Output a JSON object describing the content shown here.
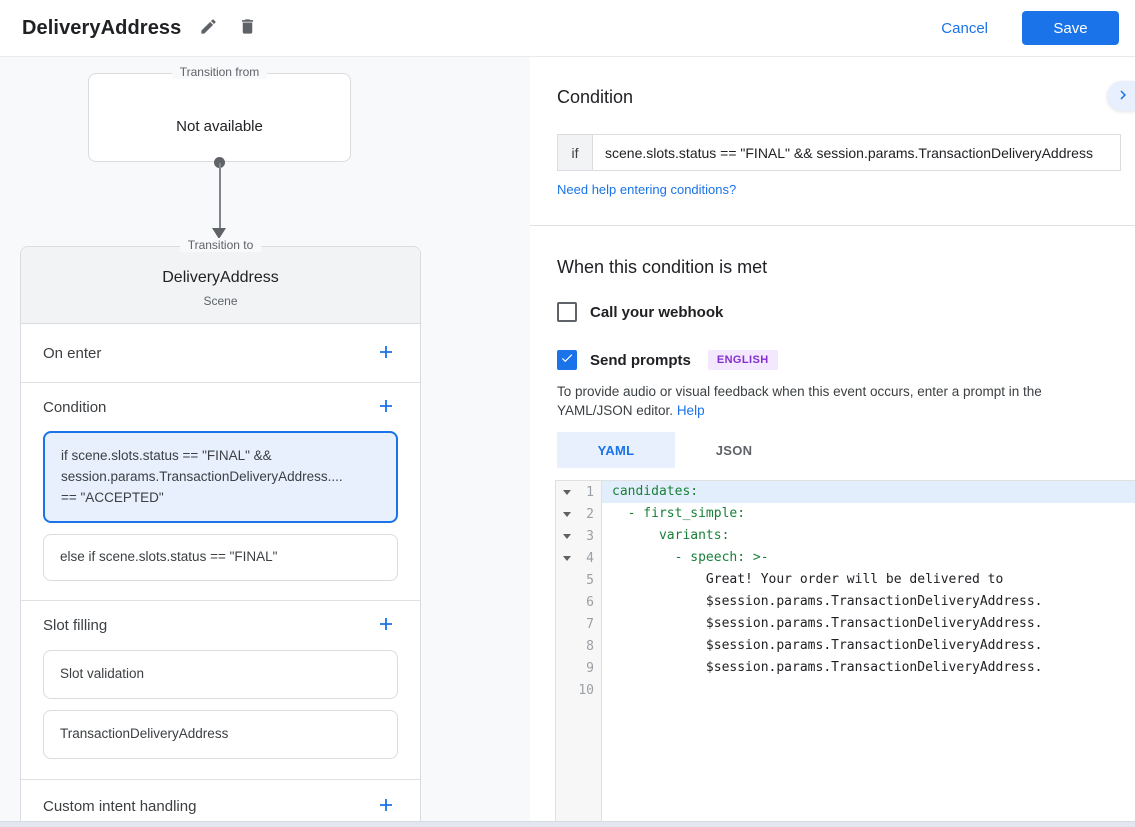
{
  "colors": {
    "accent_blue": "#1a73e8",
    "selected_card_bg": "#e8f0fe",
    "yaml_key_green": "#188038",
    "badge_purple_text": "#8430ce",
    "badge_purple_bg": "#f3e8fd",
    "left_column_bg": "#f8f9fa",
    "scene_header_bg": "#f1f3f4"
  },
  "header": {
    "title": "DeliveryAddress",
    "cancel_label": "Cancel",
    "save_label": "Save"
  },
  "flow": {
    "from_box": {
      "legend": "Transition from",
      "value": "Not available"
    },
    "to_box": {
      "legend": "Transition to",
      "scene_name": "DeliveryAddress",
      "scene_type": "Scene"
    },
    "sections": {
      "on_enter_label": "On enter",
      "condition_label": "Condition",
      "condition_cards": [
        {
          "text": "if scene.slots.status == \"FINAL\" &&\nsession.params.TransactionDeliveryAddress....\n== \"ACCEPTED\"",
          "selected": true
        },
        {
          "text": "else if scene.slots.status == \"FINAL\"",
          "selected": false
        }
      ],
      "slot_filling_label": "Slot filling",
      "slot_cards": [
        {
          "text": "Slot validation"
        },
        {
          "text": "TransactionDeliveryAddress"
        }
      ],
      "custom_intent_label": "Custom intent handling"
    }
  },
  "panel": {
    "condition_title": "Condition",
    "if_label": "if",
    "if_value": "scene.slots.status == \"FINAL\" && session.params.TransactionDeliveryAddress",
    "help_link": "Need help entering conditions?",
    "when_title": "When this condition is met",
    "webhook_label": "Call your webhook",
    "send_prompts_label": "Send prompts",
    "language_badge": "ENGLISH",
    "hint_text": "To provide audio or visual feedback when this event occurs, enter a prompt in the YAML/JSON editor.",
    "hint_help_label": "Help",
    "tabs": [
      {
        "label": "YAML",
        "active": true
      },
      {
        "label": "JSON",
        "active": false
      }
    ],
    "editor": {
      "lines": [
        {
          "num": "1",
          "text": "candidates:",
          "type": "key",
          "fold": true,
          "active": true
        },
        {
          "num": "2",
          "text": "  - first_simple:",
          "type": "key",
          "fold": true,
          "active": false
        },
        {
          "num": "3",
          "text": "      variants:",
          "type": "key",
          "fold": true,
          "active": false
        },
        {
          "num": "4",
          "text": "        - speech: >-",
          "type": "key",
          "fold": true,
          "active": false
        },
        {
          "num": "5",
          "text": "            Great! Your order will be delivered to",
          "type": "plain",
          "fold": false,
          "active": false
        },
        {
          "num": "6",
          "text": "            $session.params.TransactionDeliveryAddress.",
          "type": "plain",
          "fold": false,
          "active": false
        },
        {
          "num": "7",
          "text": "            $session.params.TransactionDeliveryAddress.",
          "type": "plain",
          "fold": false,
          "active": false
        },
        {
          "num": "8",
          "text": "            $session.params.TransactionDeliveryAddress.",
          "type": "plain",
          "fold": false,
          "active": false
        },
        {
          "num": "9",
          "text": "            $session.params.TransactionDeliveryAddress.",
          "type": "plain",
          "fold": false,
          "active": false
        },
        {
          "num": "10",
          "text": "",
          "type": "plain",
          "fold": false,
          "active": false
        }
      ]
    }
  }
}
